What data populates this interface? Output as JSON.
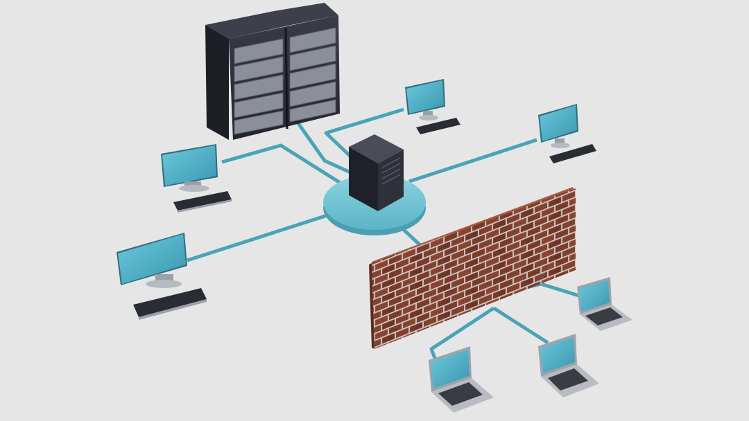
{
  "diagram": {
    "type": "network-topology",
    "background_color": "#e6e6e6",
    "cable_color": "#4aa3b6",
    "screen_color": "#4fb0c8",
    "hub_color": "#6cc2d2",
    "server_color": "#2b2d38",
    "brick_color": "#7a3b2c",
    "nodes": [
      {
        "name": "server-rack",
        "kind": "rack",
        "icon": "server-rack-icon"
      },
      {
        "name": "central-server",
        "kind": "server-tower",
        "icon": "server-icon"
      },
      {
        "name": "central-hub",
        "kind": "hub",
        "icon": "hub-icon"
      },
      {
        "name": "desktop-left-top",
        "kind": "desktop",
        "icon": "desktop-computer-icon"
      },
      {
        "name": "desktop-left-bottom",
        "kind": "desktop",
        "icon": "desktop-computer-icon"
      },
      {
        "name": "desktop-top-center",
        "kind": "desktop",
        "icon": "desktop-computer-icon"
      },
      {
        "name": "desktop-top-right",
        "kind": "desktop",
        "icon": "desktop-computer-icon"
      },
      {
        "name": "firewall",
        "kind": "brick-wall",
        "icon": "firewall-icon"
      },
      {
        "name": "laptop-right",
        "kind": "laptop",
        "icon": "laptop-icon"
      },
      {
        "name": "laptop-bottom-left",
        "kind": "laptop",
        "icon": "laptop-icon"
      },
      {
        "name": "laptop-bottom-right",
        "kind": "laptop",
        "icon": "laptop-icon"
      }
    ],
    "edges": [
      {
        "from": "central-hub",
        "to": "server-rack"
      },
      {
        "from": "central-hub",
        "to": "desktop-left-top"
      },
      {
        "from": "central-hub",
        "to": "desktop-left-bottom"
      },
      {
        "from": "central-hub",
        "to": "desktop-top-center"
      },
      {
        "from": "central-hub",
        "to": "desktop-top-right"
      },
      {
        "from": "central-hub",
        "to": "firewall"
      },
      {
        "from": "firewall",
        "to": "laptop-right"
      },
      {
        "from": "firewall",
        "to": "laptop-bottom-left"
      },
      {
        "from": "firewall",
        "to": "laptop-bottom-right"
      }
    ]
  }
}
